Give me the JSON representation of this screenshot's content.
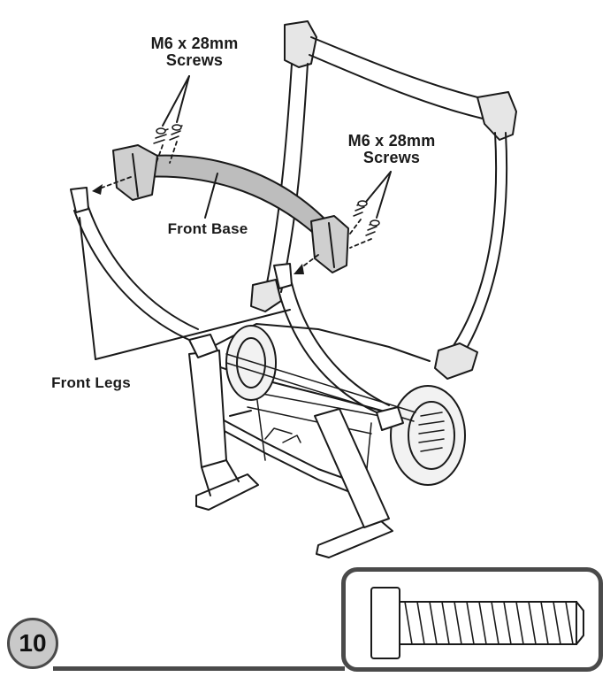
{
  "labels": {
    "screws_top": {
      "line1": "M6 x 28mm",
      "line2": "Screws"
    },
    "screws_right": {
      "line1": "M6 x 28mm",
      "line2": "Screws"
    },
    "front_base": "Front Base",
    "front_legs": "Front Legs"
  },
  "step": {
    "number": "10"
  },
  "colors": {
    "outline": "#1a1a1a",
    "highlight_part": "#bdbdbd",
    "badge_fill": "#c9c9c9",
    "frame": "#4a4a4a"
  },
  "icons": [
    "screw-icon",
    "arrow-icon"
  ]
}
